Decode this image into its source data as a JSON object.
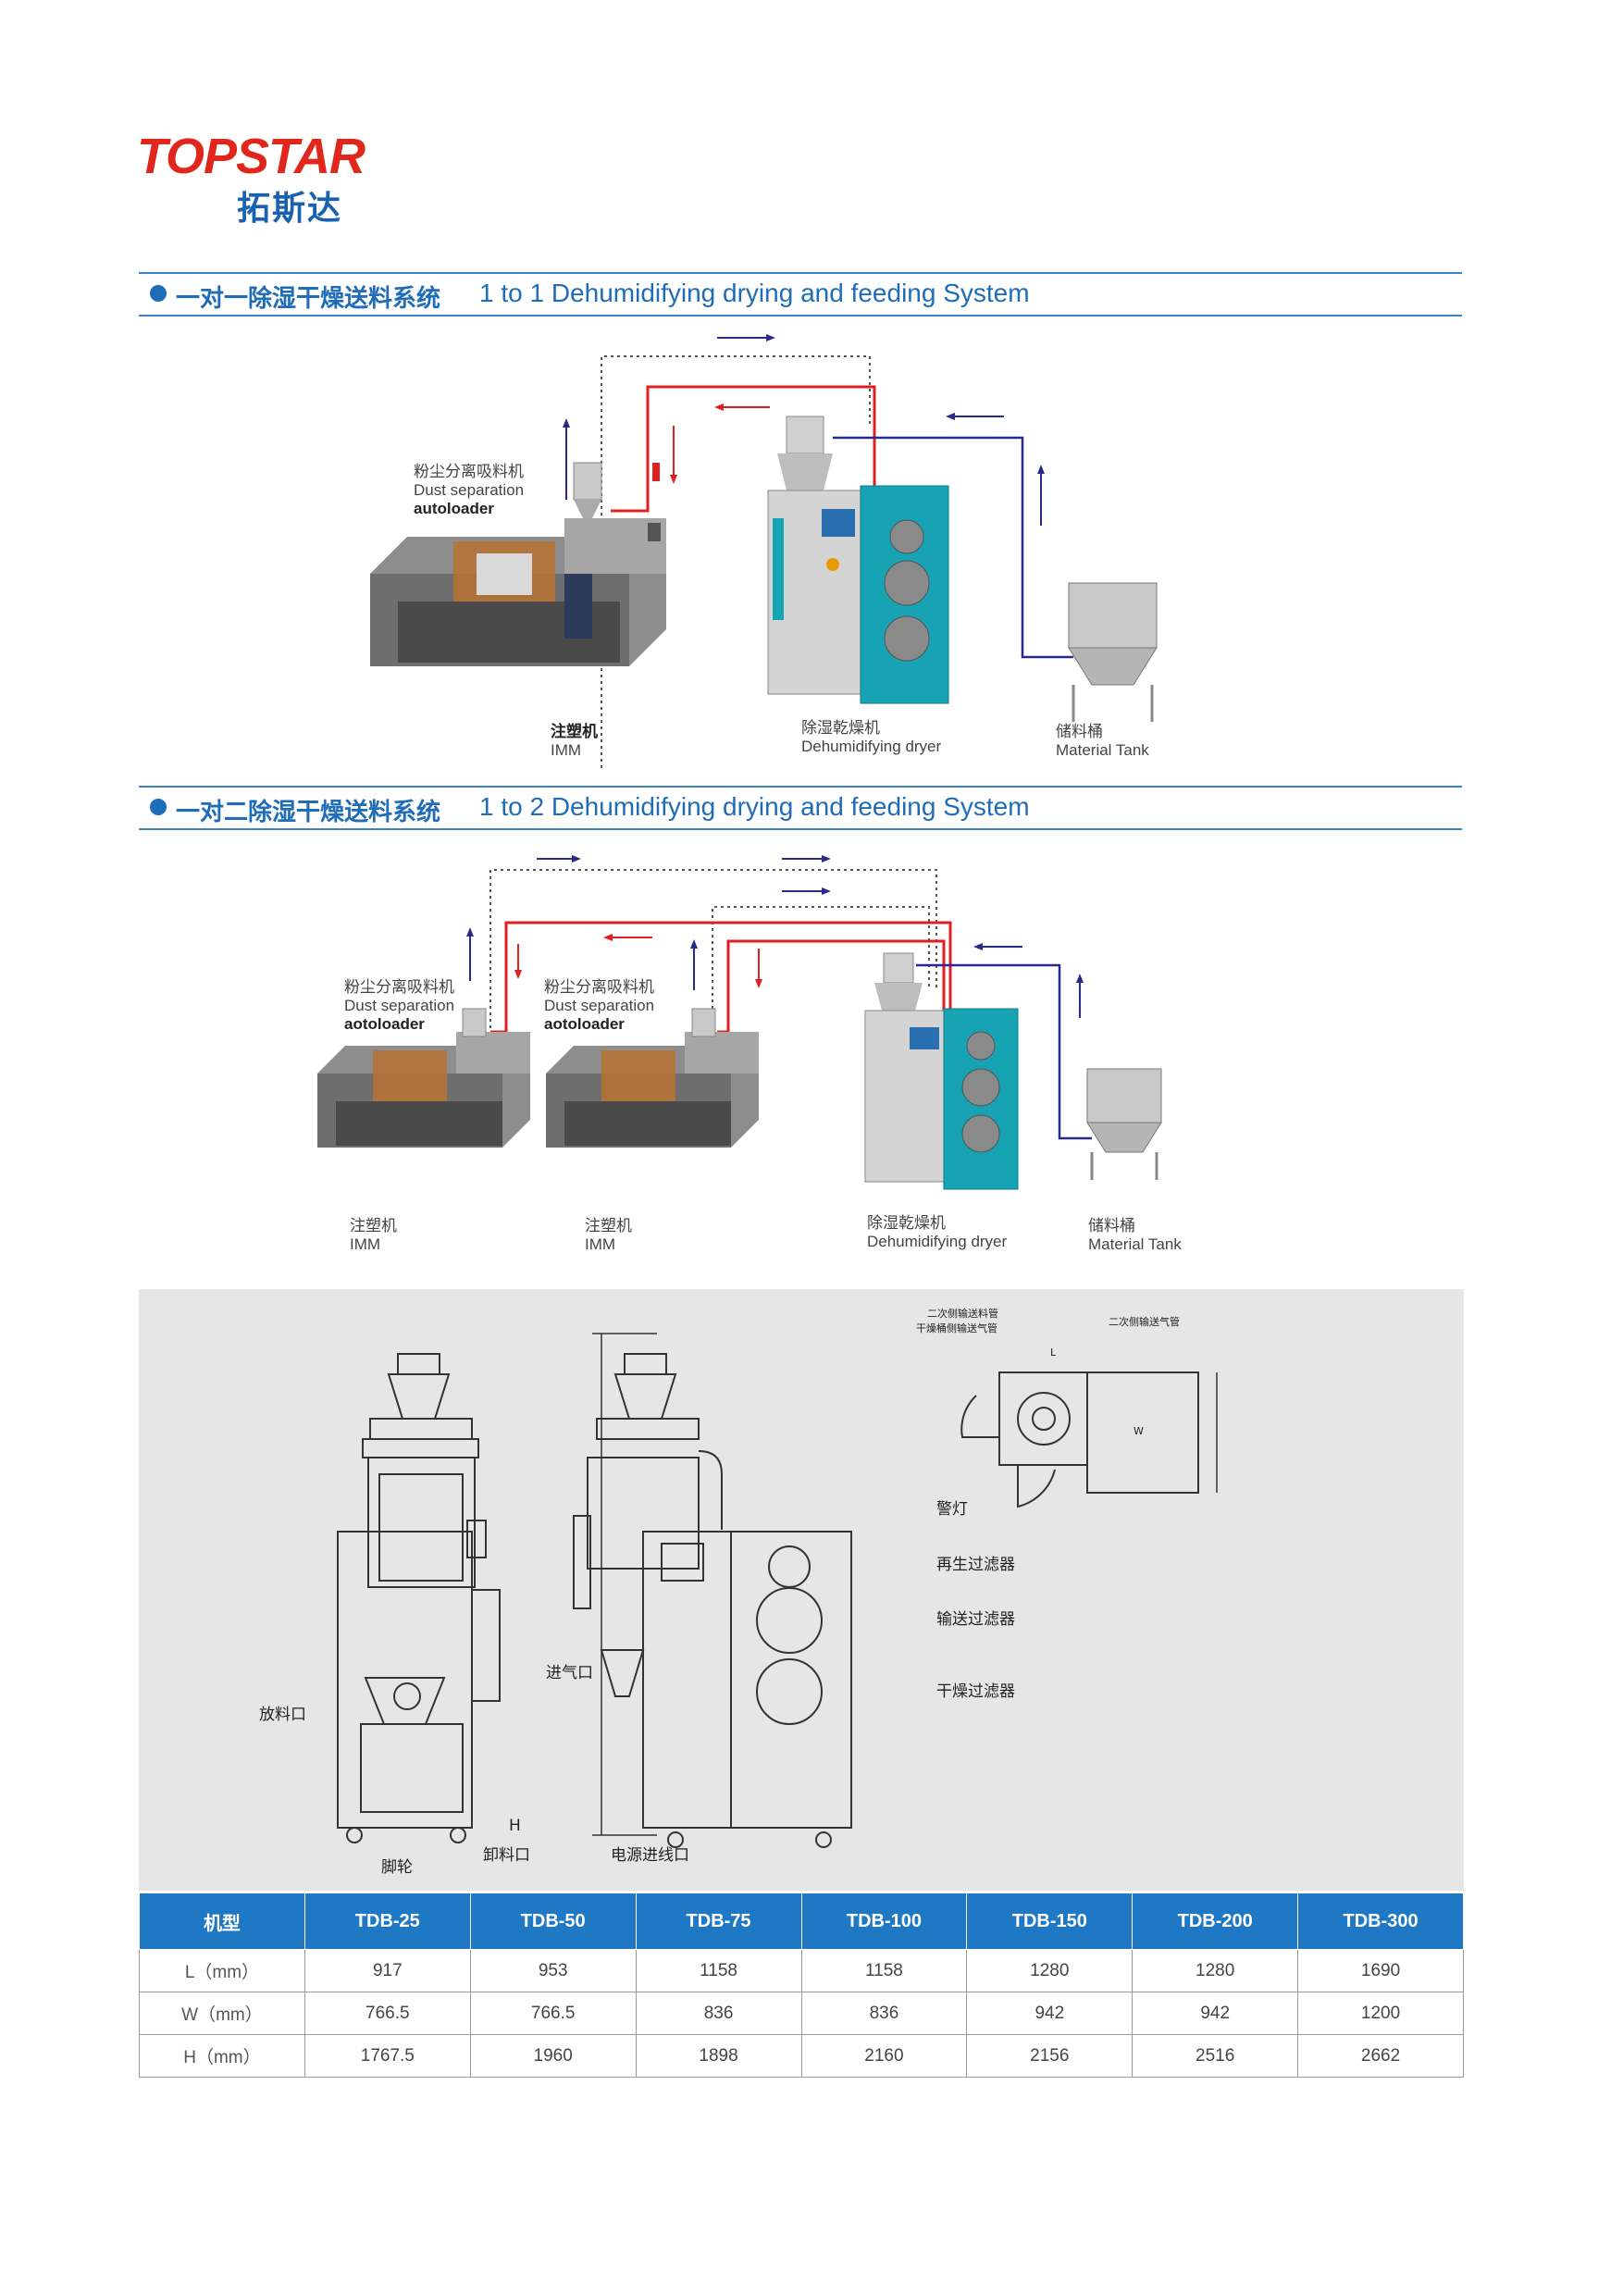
{
  "brand": {
    "name_en": "TOPSTAR",
    "name_cn": "拓斯达"
  },
  "section1": {
    "title_cn": "一对一除湿干燥送料系统",
    "title_en": "1 to 1 Dehumidifying drying and feeding System",
    "loader_cn": "粉尘分离吸料机",
    "loader_en1": "Dust separation",
    "loader_en2": "autoloader",
    "imm_cn": "注塑机",
    "imm_en": "IMM",
    "dryer_cn": "除湿乾燥机",
    "dryer_en": "Dehumidifying dryer",
    "tank_cn": "储料桶",
    "tank_en": "Material Tank"
  },
  "section2": {
    "title_cn": "一对二除湿干燥送料系统",
    "title_en": "1 to 2 Dehumidifying drying and feeding System",
    "loader1_cn": "粉尘分离吸料机",
    "loader1_en1": "Dust separation",
    "loader1_en2": "aotoloader",
    "loader2_cn": "粉尘分离吸料机",
    "loader2_en1": "Dust separation",
    "loader2_en2": "aotoloader",
    "imm1_cn": "注塑机",
    "imm1_en": "IMM",
    "imm2_cn": "注塑机",
    "imm2_en": "IMM",
    "dryer_cn": "除湿乾燥机",
    "dryer_en": "Dehumidifying dryer",
    "tank_cn": "储料桶",
    "tank_en": "Material Tank"
  },
  "drawing": {
    "top_label1": "二次侧输送料管",
    "top_label2": "干燥桶侧输送气管",
    "top_label3": "二次侧输送气管",
    "dim_l": "L",
    "dim_w": "W",
    "dim_h": "H",
    "warning_light": "警灯",
    "regen_filter": "再生过滤器",
    "convey_filter": "输送过滤器",
    "dry_filter": "干燥过滤器",
    "air_inlet": "进气口",
    "discharge": "放料口",
    "caster": "脚轮",
    "unload": "卸料口",
    "power_inlet": "电源进线口"
  },
  "spec_table": {
    "headers": [
      "机型",
      "TDB-25",
      "TDB-50",
      "TDB-75",
      "TDB-100",
      "TDB-150",
      "TDB-200",
      "TDB-300"
    ],
    "rows": [
      [
        "L（mm）",
        "917",
        "953",
        "1158",
        "1158",
        "1280",
        "1280",
        "1690"
      ],
      [
        "W（mm）",
        "766.5",
        "766.5",
        "836",
        "836",
        "942",
        "942",
        "1200"
      ],
      [
        "H（mm）",
        "1767.5",
        "1960",
        "1898",
        "2160",
        "2156",
        "2516",
        "2662"
      ]
    ]
  },
  "colors": {
    "brand_red": "#e1261c",
    "brand_blue": "#1a61b0",
    "header_blue": "#1f78c4",
    "pipe_red": "#e02020",
    "pipe_blue": "#2a2a8a",
    "dryer_teal": "#17a3b4"
  }
}
